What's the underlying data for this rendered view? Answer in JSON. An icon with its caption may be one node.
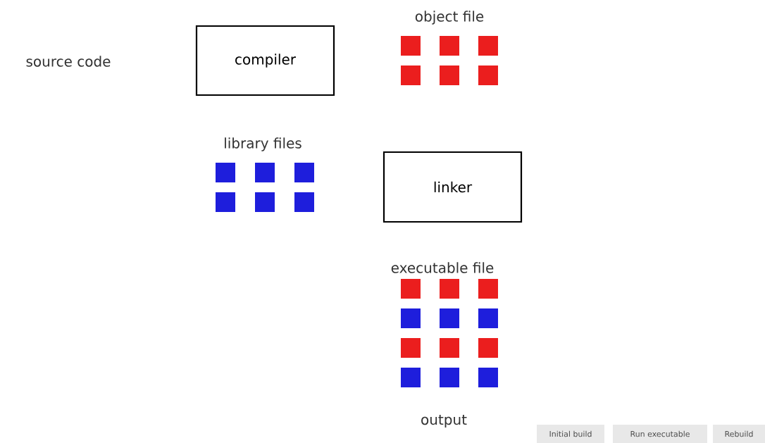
{
  "diagram": {
    "nodes": [
      {
        "text": [
          "compiler"
        ]
      },
      {
        "text": [
          "linker"
        ]
      }
    ],
    "labels": [
      "source code",
      "object file",
      "library files",
      "executable file",
      "output",
      "Initial build",
      "Run executable",
      "Rebuild"
    ]
  }
}
